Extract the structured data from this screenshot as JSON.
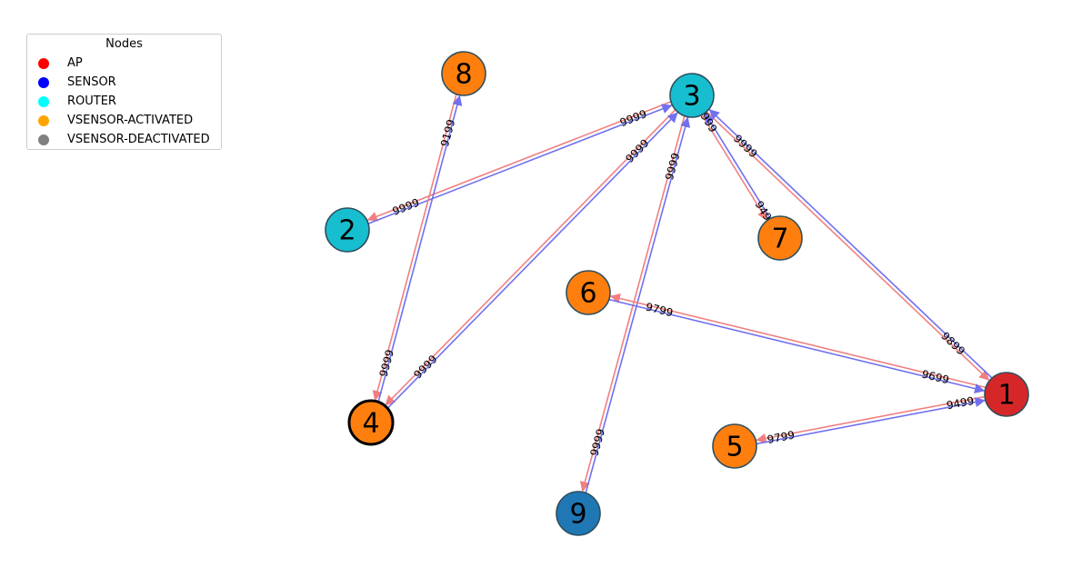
{
  "legend": {
    "title": "Nodes",
    "items": [
      {
        "label": "AP",
        "color": "#ff0000"
      },
      {
        "label": "SENSOR",
        "color": "#0000ff"
      },
      {
        "label": "ROUTER",
        "color": "#00ffff"
      },
      {
        "label": "VSENSOR-ACTIVATED",
        "color": "#ffa500"
      },
      {
        "label": "VSENSOR-DEACTIVATED",
        "color": "#808080"
      }
    ]
  },
  "colors": {
    "ap_node": "#d62728",
    "router_node": "#17becf",
    "sensor_node": "#1f77b4",
    "vsensor_node": "#ff7f0e",
    "edge_red": "#f08080",
    "edge_blue": "#7070f0",
    "node_border": "#2f4f5f"
  },
  "nodes": [
    {
      "id": "1",
      "kind": "ap"
    },
    {
      "id": "2",
      "kind": "router"
    },
    {
      "id": "3",
      "kind": "router"
    },
    {
      "id": "4",
      "kind": "vsensor",
      "highlighted": true
    },
    {
      "id": "5",
      "kind": "vsensor"
    },
    {
      "id": "6",
      "kind": "vsensor"
    },
    {
      "id": "7",
      "kind": "vsensor"
    },
    {
      "id": "8",
      "kind": "vsensor"
    },
    {
      "id": "9",
      "kind": "sensor"
    }
  ],
  "edges": [
    {
      "from": "3",
      "to": "2",
      "label_from": "9999",
      "label_to": "9999"
    },
    {
      "from": "3",
      "to": "4",
      "label_from": "9999",
      "label_to": "9999"
    },
    {
      "from": "3",
      "to": "9",
      "label_from": "9999",
      "label_to": "9999"
    },
    {
      "from": "3",
      "to": "7",
      "label_from": "9999",
      "label_to": "9499"
    },
    {
      "from": "3",
      "to": "1",
      "label_from": "9999",
      "label_to": "9899"
    },
    {
      "from": "8",
      "to": "4",
      "label_from": "9199",
      "label_to": "9999"
    },
    {
      "from": "1",
      "to": "6",
      "label_from": "9699",
      "label_to": "9799"
    },
    {
      "from": "1",
      "to": "5",
      "label_from": "9499",
      "label_to": "9799"
    }
  ]
}
